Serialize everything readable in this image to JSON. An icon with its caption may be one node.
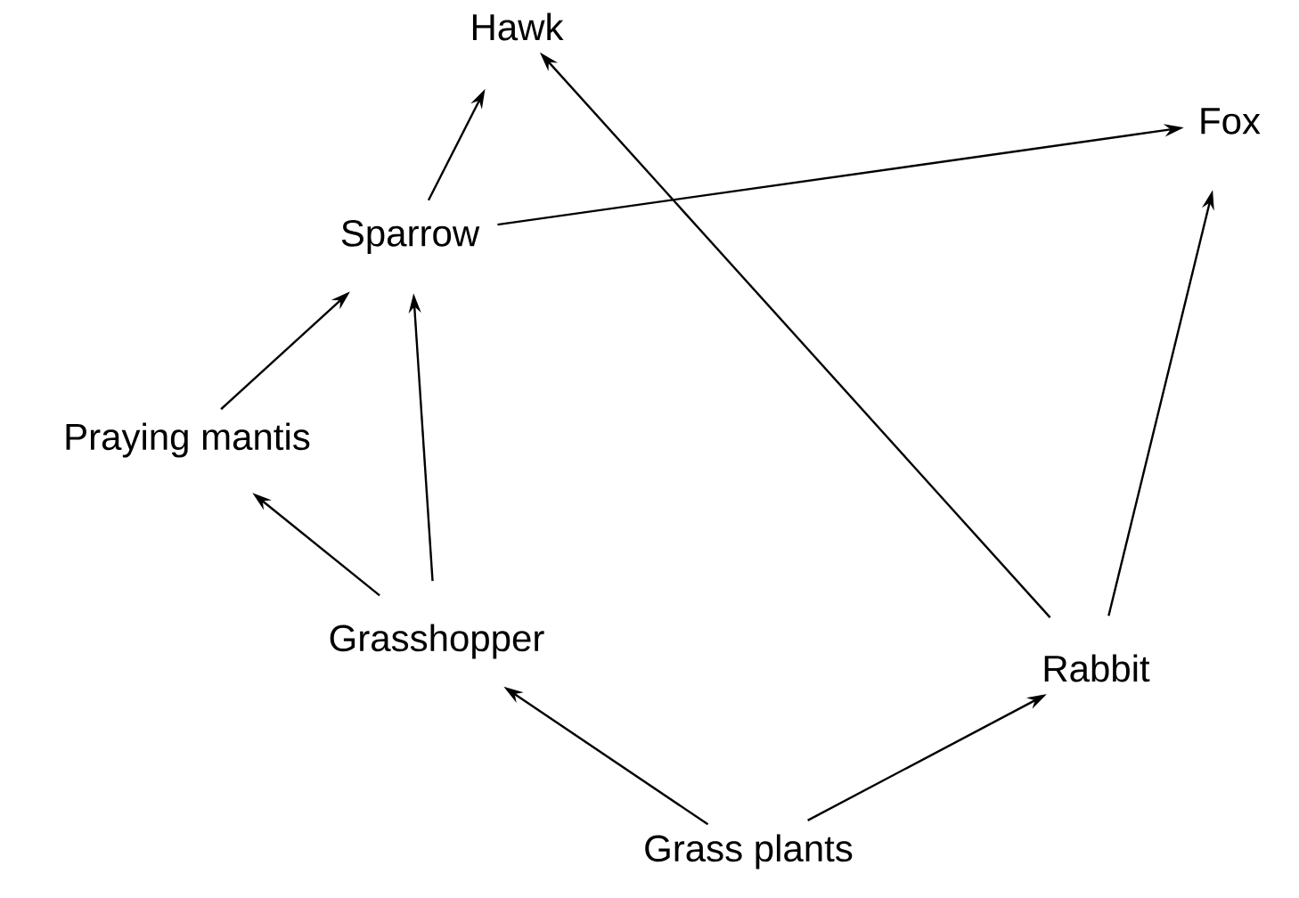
{
  "diagram": {
    "nodes": [
      {
        "text": [
          "Hawk"
        ]
      },
      {
        "text": [
          "Fox"
        ]
      },
      {
        "text": [
          "Sparrow"
        ]
      },
      {
        "text": [
          "Praying mantis"
        ]
      },
      {
        "text": [
          "Grasshopper"
        ]
      },
      {
        "text": [
          "Rabbit"
        ]
      },
      {
        "text": [
          "Grass plants"
        ]
      }
    ],
    "edges": [
      {
        "from": 2,
        "to": 0,
        "arrow": "to"
      },
      {
        "from": 2,
        "to": 1,
        "arrow": "to"
      },
      {
        "from": 5,
        "to": 0,
        "arrow": "to"
      },
      {
        "from": 5,
        "to": 1,
        "arrow": "to"
      },
      {
        "from": 3,
        "to": 2,
        "arrow": "to"
      },
      {
        "from": 4,
        "to": 2,
        "arrow": "to"
      },
      {
        "from": 4,
        "to": 3,
        "arrow": "to"
      },
      {
        "from": 6,
        "to": 4,
        "arrow": "to"
      },
      {
        "from": 6,
        "to": 5,
        "arrow": "to"
      }
    ]
  }
}
